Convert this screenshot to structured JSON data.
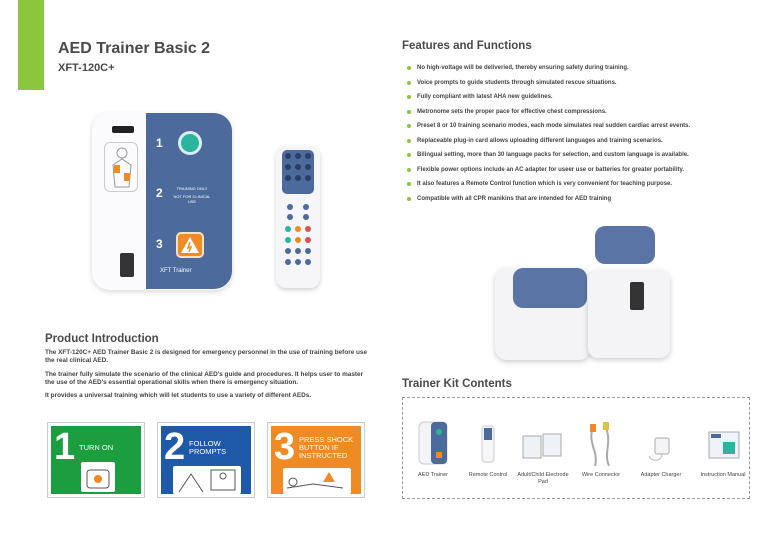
{
  "header": {
    "title": "AED Trainer Basic 2",
    "model": "XFT-120C+"
  },
  "device": {
    "step_numbers": [
      "1",
      "2",
      "3"
    ],
    "training_label": "TRAINING ONLY",
    "not_for_label": "NOT FOR CLINICAL USE",
    "brand": "XFT Trainer"
  },
  "intro": {
    "heading": "Product Introduction",
    "paragraphs": [
      "The XFT-120C+ AED Trainer Basic 2  is designed for emergency personnel in the use of training before use the real clinical AED.",
      "The trainer fully simulate the scenario of the clinical AED's guide and procedures. It helps user to master the use of the AED's essential operational skills when there is emergency situation.",
      "It provides a universal training which will let students to use a variety of different AEDs."
    ]
  },
  "steps": [
    {
      "num": "1",
      "text": "TURN ON",
      "color": "#1a9e3f"
    },
    {
      "num": "2",
      "text": "FOLLOW PROMPTS",
      "color": "#1f5aa8"
    },
    {
      "num": "3",
      "text": "PRESS SHOCK BUTTON IF INSTRUCTED",
      "color": "#f08a24"
    }
  ],
  "features": {
    "heading": "Features and Functions",
    "items": [
      "No high-voltage will be deliveried, thereby ensuring safety during training.",
      "Voice prompts to guide students through simulated rescue situations.",
      "Fully compliant with latest AHA new guidelines.",
      "Metronome sets the proper pace for effective chest compressions.",
      "Preset 8 or 10 training scenario modes, each mode simulates real sudden cardiac arrest events.",
      "Replaceable plug-in card allows uploading different languages and training scenarios.",
      "Bilingual setting, more than 30 language packs for selection, and custom language is available.",
      "Flexible power options include an AC adapter for useer use or batteries for greater portability.",
      "It also features a Remote Control function which is very convenient for teaching purpose.",
      "Compatible with all CPR manikins that are intended for AED training"
    ]
  },
  "kit": {
    "heading": "Trainer Kit Contents",
    "items": [
      {
        "label": "AED Trainer",
        "icon": "aed-trainer-icon"
      },
      {
        "label": "Remote  Control",
        "icon": "remote-control-icon"
      },
      {
        "label": "Adult/Child Electrode Pad",
        "icon": "electrode-pad-icon"
      },
      {
        "label": "Wire Connector",
        "icon": "wire-connector-icon"
      },
      {
        "label": "Adapter Charger",
        "icon": "adapter-charger-icon"
      },
      {
        "label": "Instruction Manual",
        "icon": "instruction-manual-icon"
      }
    ]
  },
  "colors": {
    "accent_green": "#8cc63f",
    "panel_blue": "#4c6a9c",
    "shock_orange": "#f08a24",
    "power_teal": "#2bb4a0"
  }
}
